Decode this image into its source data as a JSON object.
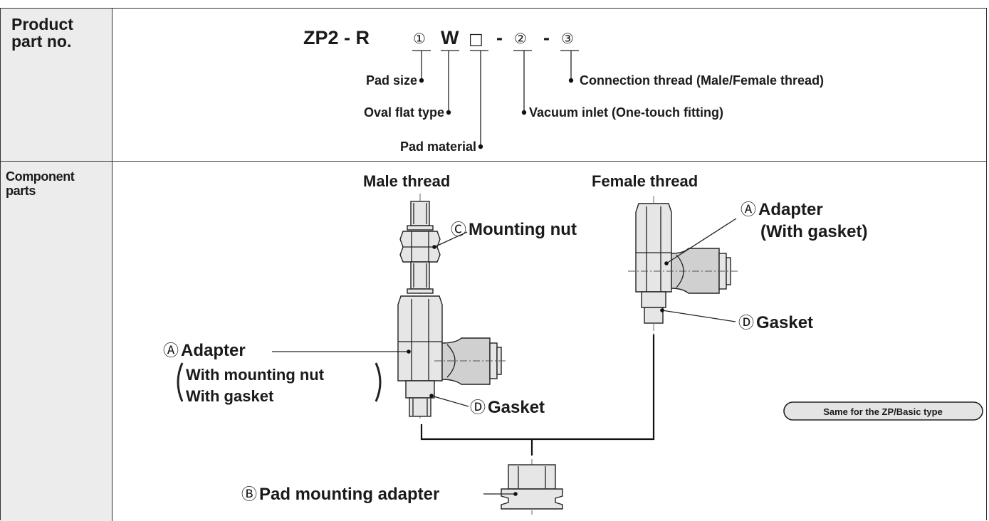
{
  "rows": [
    {
      "label": "Product\npart no."
    },
    {
      "label": "Component\nparts"
    }
  ],
  "part_number": {
    "prefix": "ZP2 - R",
    "field1": "①",
    "w": "W",
    "box": "□",
    "dash1": "-",
    "field2": "②",
    "dash2": "-",
    "field3": "③"
  },
  "callouts": {
    "pad_size": "Pad size",
    "oval_flat_type": "Oval flat type",
    "pad_material": "Pad material",
    "connection_thread": "Connection thread (Male/Female thread)",
    "vacuum_inlet": "Vacuum inlet (One-touch fitting)"
  },
  "components": {
    "male_thread_title": "Male thread",
    "female_thread_title": "Female thread",
    "mark_a": "Ⓐ",
    "mark_b": "Ⓑ",
    "mark_c": "Ⓒ",
    "mark_d": "Ⓓ",
    "mounting_nut": "Mounting nut",
    "adapter": "Adapter",
    "with_mounting_nut": "With mounting nut",
    "with_gasket": "With gasket",
    "gasket": "Gasket",
    "female_adapter": "Adapter",
    "female_with_gasket": "(With gasket)",
    "pad_mounting_adapter": "Pad mounting adapter",
    "same_badge": "Same for the ZP/Basic type"
  }
}
